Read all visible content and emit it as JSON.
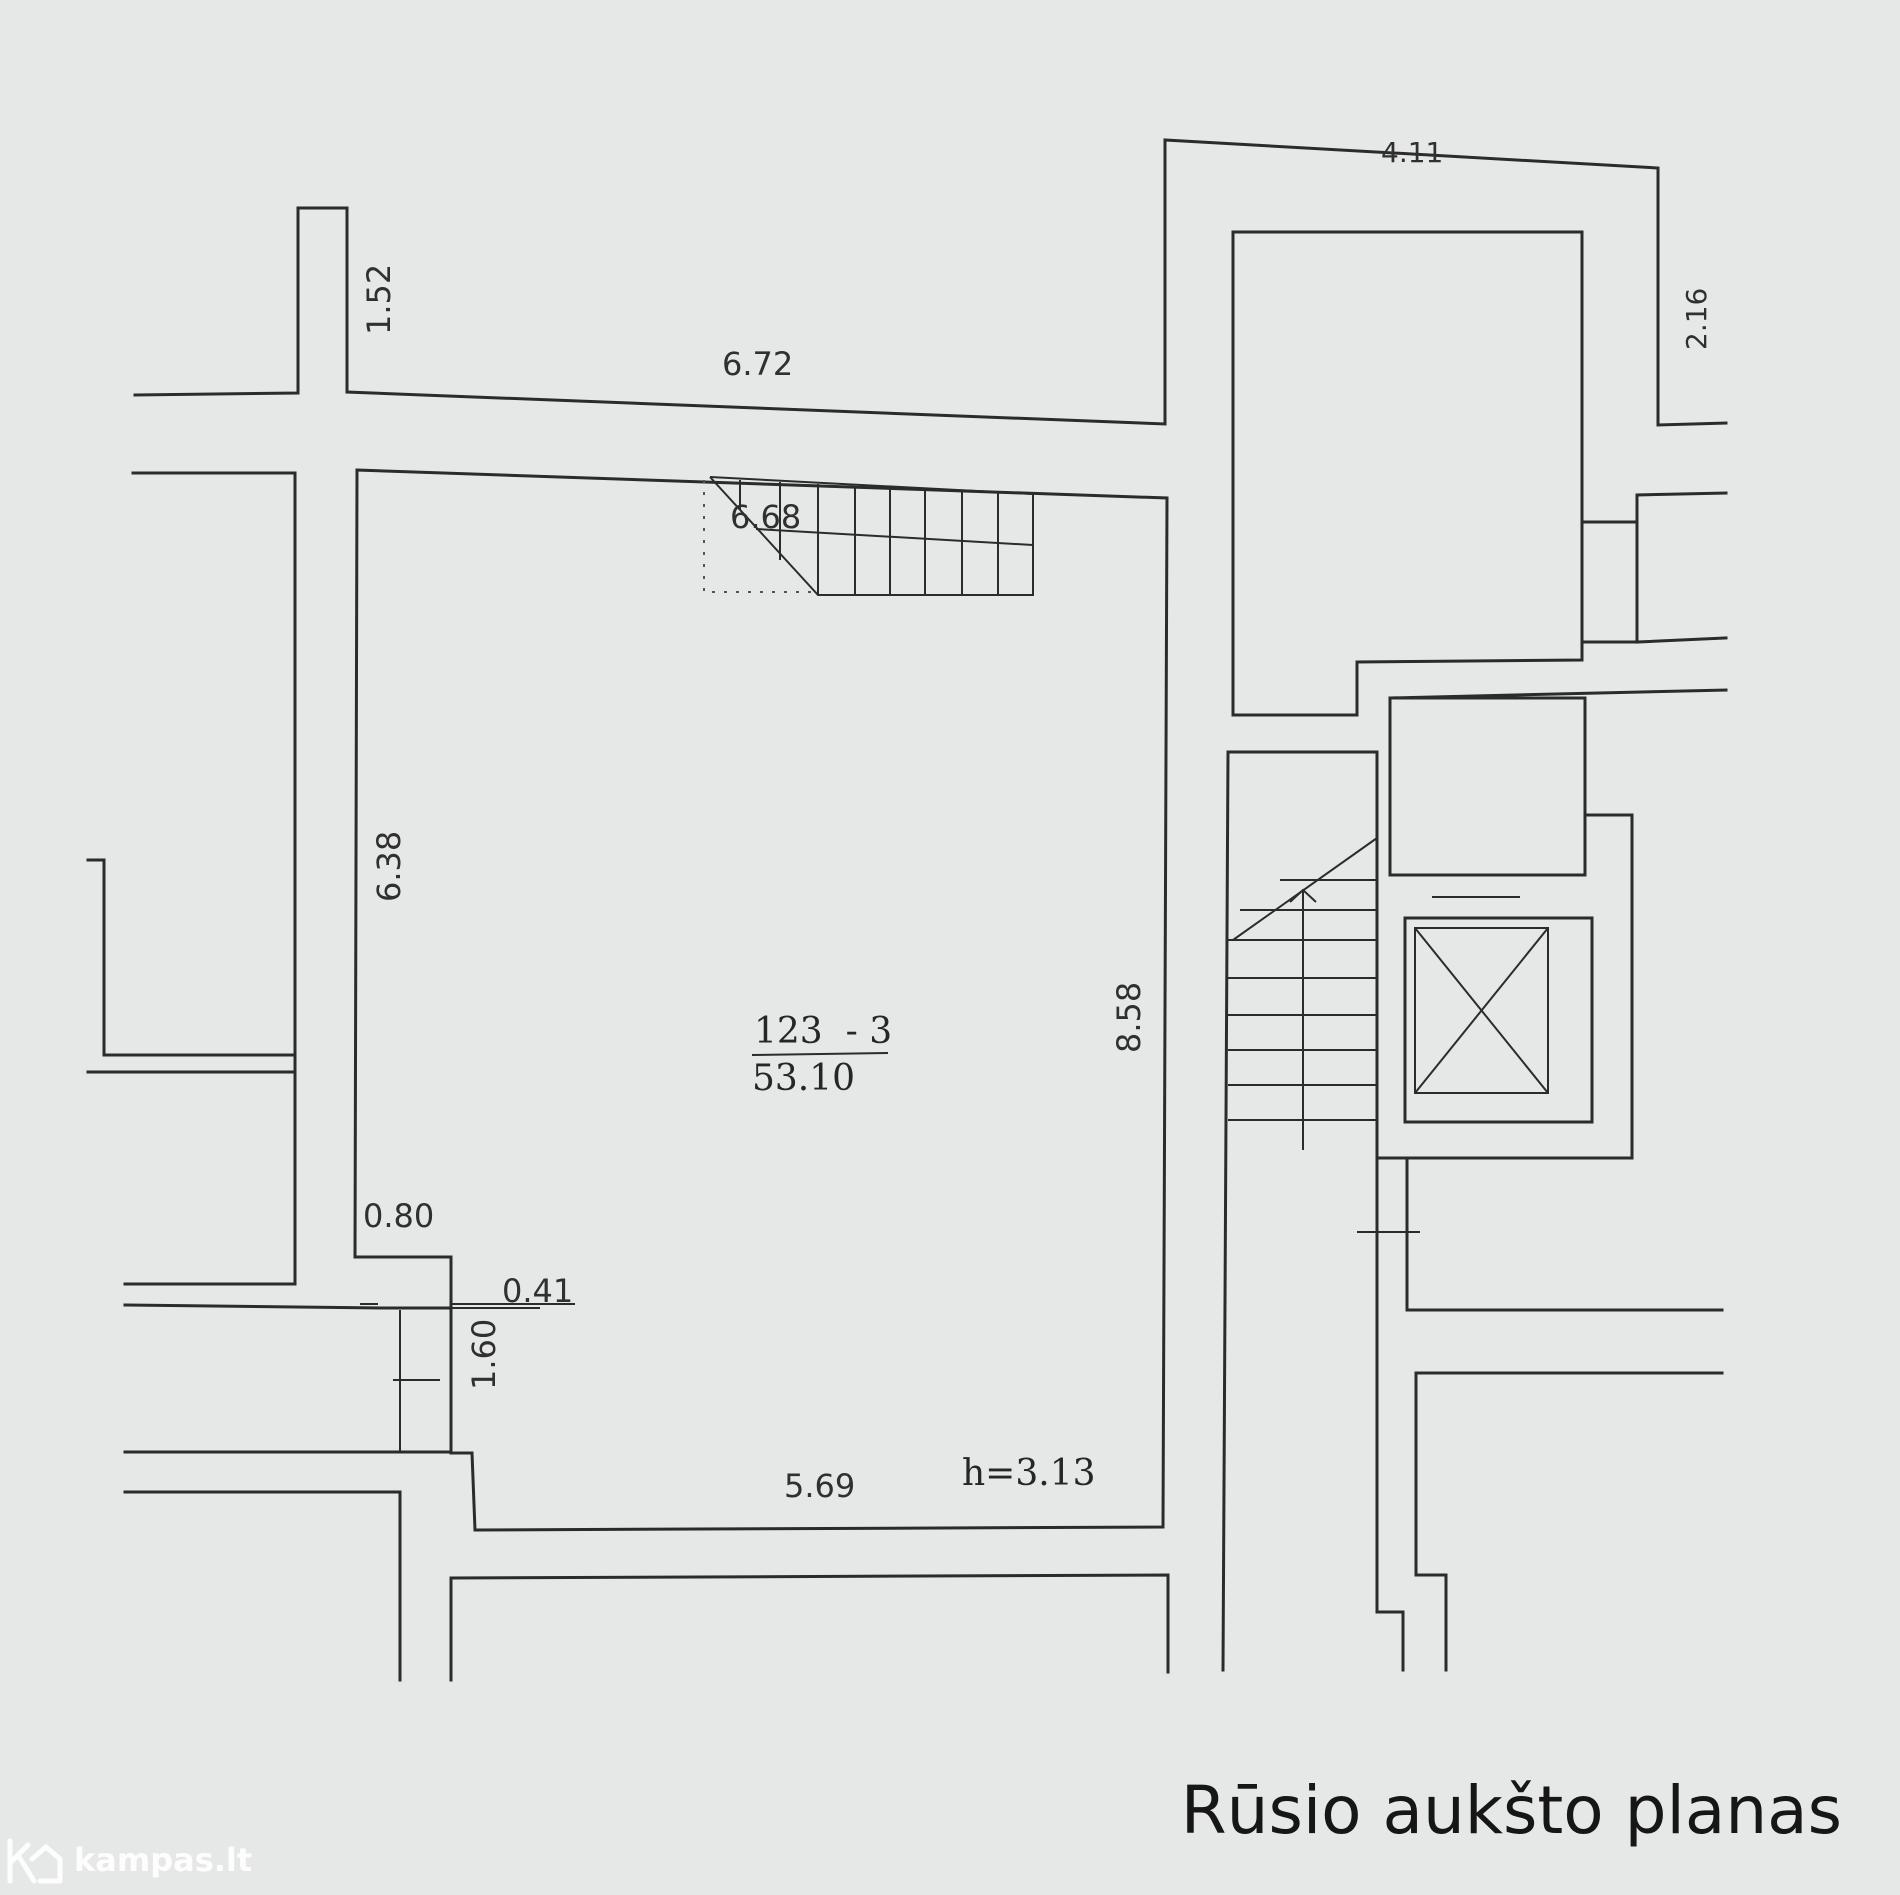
{
  "plan": {
    "title": "Rūsio aukšto planas",
    "room": {
      "number": "123  - 3",
      "area": "53.10",
      "height": "h=3.13"
    },
    "dimensions": {
      "d_152": "1.52",
      "d_672": "6.72",
      "d_411": "4.11",
      "d_216": "2.16",
      "d_668": "6.68",
      "d_638": "6.38",
      "d_858": "8.58",
      "d_080": "0.80",
      "d_041": "0.41",
      "d_160": "1.60",
      "d_569": "5.69"
    }
  },
  "brand": {
    "name": "kampas.lt",
    "icon": "house-k-logo-icon"
  }
}
